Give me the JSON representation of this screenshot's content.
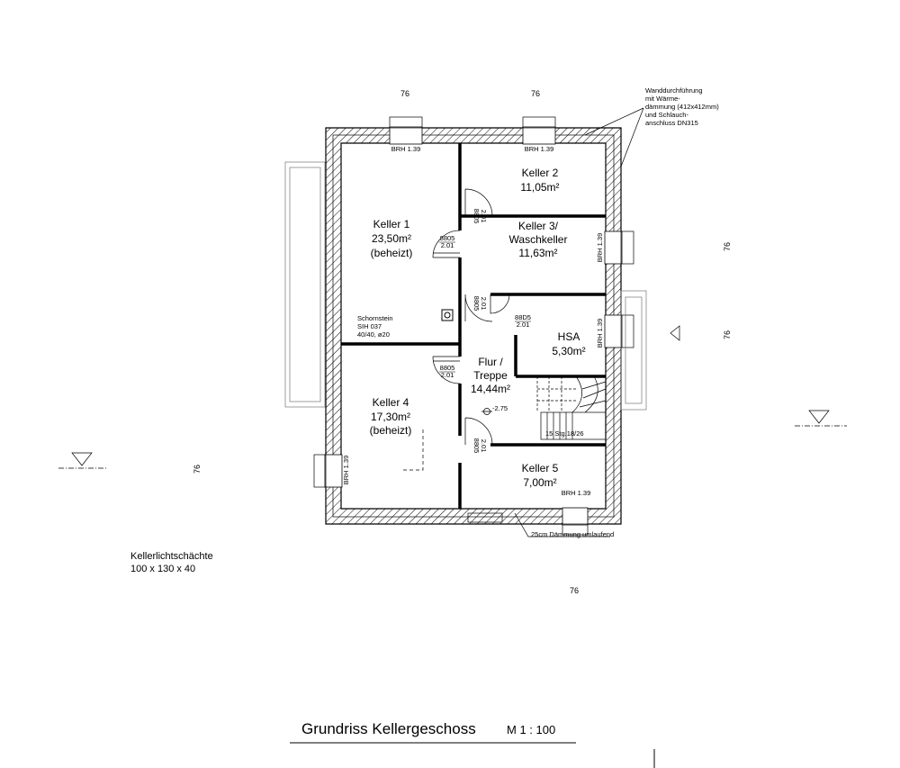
{
  "title": "Grundriss Kellergeschoss",
  "scale": "M 1 : 100",
  "rooms": {
    "keller1": {
      "name": "Keller 1",
      "area": "23,50m²",
      "note": "(beheizt)"
    },
    "keller2": {
      "name": "Keller 2",
      "area": "11,05m²"
    },
    "keller3": {
      "name_line1": "Keller 3/",
      "name_line2": "Waschkeller",
      "area": "11,63m²"
    },
    "hsa": {
      "name": "HSA",
      "area": "5,30m²"
    },
    "flur": {
      "name_line1": "Flur /",
      "name_line2": "Treppe",
      "area": "14,44m²"
    },
    "keller4": {
      "name": "Keller 4",
      "area": "17,30m²",
      "note": "(beheizt)"
    },
    "keller5": {
      "name": "Keller 5",
      "area": "7,00m²"
    }
  },
  "doors": {
    "d1": {
      "width": "8805",
      "height": "2.01"
    },
    "d2": {
      "width": "8805",
      "height": "2.01"
    },
    "d3": {
      "width": "8805",
      "height": "2.01"
    },
    "d4": {
      "width": "88D5",
      "height": "2.01"
    },
    "d5": {
      "width": "8805",
      "height": "2.01"
    },
    "d6": {
      "width": "8805",
      "height": "2.01"
    }
  },
  "windows": {
    "brh_top_left": "BRH 1.39",
    "brh_top_mid": "BRH 1.39",
    "brh_right_upper": "BRH 1.39",
    "brh_right_lower": "BRH 1.39",
    "brh_left_lower": "BRH 1.39",
    "brh_bottom_right": "BRH 1.39"
  },
  "chimney": {
    "line1": "Schornstein",
    "line2": "SIH 037",
    "line3": "40/40, ø20"
  },
  "stairs": {
    "label": "15 Stg.18/26",
    "level": "-2.75"
  },
  "annotations": {
    "wall_penetration": [
      "Wanddurchführung",
      "mit Wärme-",
      "dämmung (412x412mm)",
      "und Schlauch-",
      "anschluss DN315"
    ],
    "insulation": "25cm Dämmung umlaufend"
  },
  "dimensions": {
    "top_left": "76",
    "top_right": "76",
    "right_upper": "76",
    "right_lower": "76",
    "left": "76",
    "bottom": "76"
  },
  "lightwells": {
    "label": "Kellerlichtschächte",
    "size": "100 x 130 x 40"
  }
}
